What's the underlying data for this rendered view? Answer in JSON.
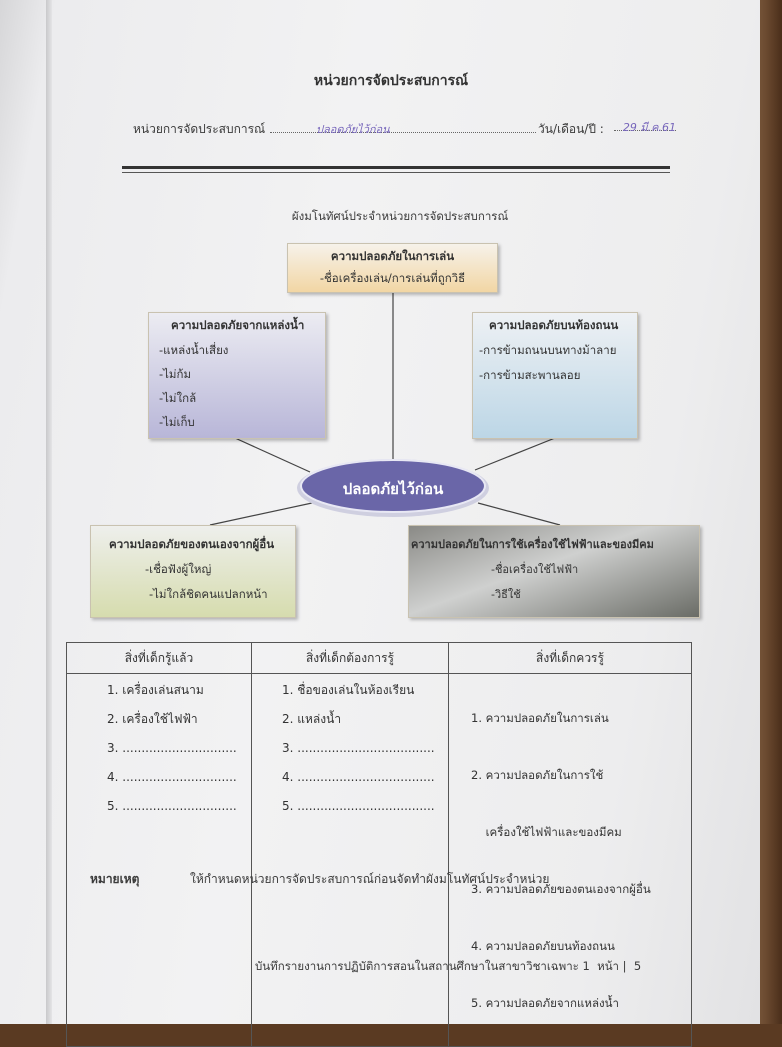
{
  "header": {
    "title": "หน่วยการจัดประสบการณ์",
    "unit_label": "หน่วยการจัดประสบการณ์",
    "unit_value": "ปลอดภัยไว้ก่อน",
    "date_label": "วัน/เดือน/ปี :",
    "date_value": "29 มี.ค.61"
  },
  "diagram": {
    "title": "ผังมโนทัศน์ประจำหน่วยการจัดประสบการณ์",
    "center": "ปลอดภัยไว้ก่อน",
    "top": {
      "heading": "ความปลอดภัยในการเล่น",
      "items": [
        "-ชื่อเครื่องเล่น/การเล่นที่ถูกวิธี"
      ]
    },
    "left": {
      "heading": "ความปลอดภัยจากแหล่งน้ำ",
      "items": [
        "-แหล่งน้ำเสี่ยง",
        "-ไม่ก้ม",
        "-ไม่ใกล้",
        "-ไม่เก็บ"
      ]
    },
    "right": {
      "heading": "ความปลอดภัยบนท้องถนน",
      "items": [
        "-การข้ามถนนบนทางม้าลาย",
        "-การข้ามสะพานลอย"
      ]
    },
    "bottom_left": {
      "heading": "ความปลอดภัยของตนเองจากผู้อื่น",
      "items": [
        "-เชื่อฟังผู้ใหญ่",
        "-ไม่ใกล้ชิดคนแปลกหน้า"
      ]
    },
    "bottom_right": {
      "heading": "ความปลอดภัยในการใช้เครื่องใช้ไฟฟ้าและของมีคม",
      "items": [
        "-ชื่อเครื่องใช้ไฟฟ้า",
        "-วิธีใช้"
      ]
    }
  },
  "table": {
    "headers": [
      "สิ่งที่เด็กรู้แล้ว",
      "สิ่งที่เด็กต้องการรู้",
      "สิ่งที่เด็กควรรู้"
    ],
    "col1": [
      "1.  เครื่องเล่นสนาม",
      "2.  เครื่องใช้ไฟฟ้า",
      "3.  ..............................",
      "4.  ..............................",
      "5.  .............................."
    ],
    "col2": [
      "1.  ชื่อของเล่นในห้องเรียน",
      "2.  แหล่งน้ำ",
      "3.  ....................................",
      "4.  ....................................",
      "5.  ...................................."
    ],
    "col3": [
      "1. ความปลอดภัยในการเล่น",
      "2. ความปลอดภัยในการใช้",
      "    เครื่องใช้ไฟฟ้าและของมีคม",
      "3. ความปลอดภัยของตนเองจากผู้อื่น",
      "4. ความปลอดภัยบนท้องถนน",
      "5. ความปลอดภัยจากแหล่งน้ำ"
    ]
  },
  "note": {
    "label": "หมายเหตุ",
    "text": "ให้กำหนดหน่วยการจัดประสบการณ์ก่อนจัดทำผังมโนทัศน์ประจำหน่วย"
  },
  "footer": {
    "text": "บันทึกรายงานการปฏิบัติการสอนในสถานศึกษาในสาขาวิชาเฉพาะ 1  หน้า |  5"
  }
}
